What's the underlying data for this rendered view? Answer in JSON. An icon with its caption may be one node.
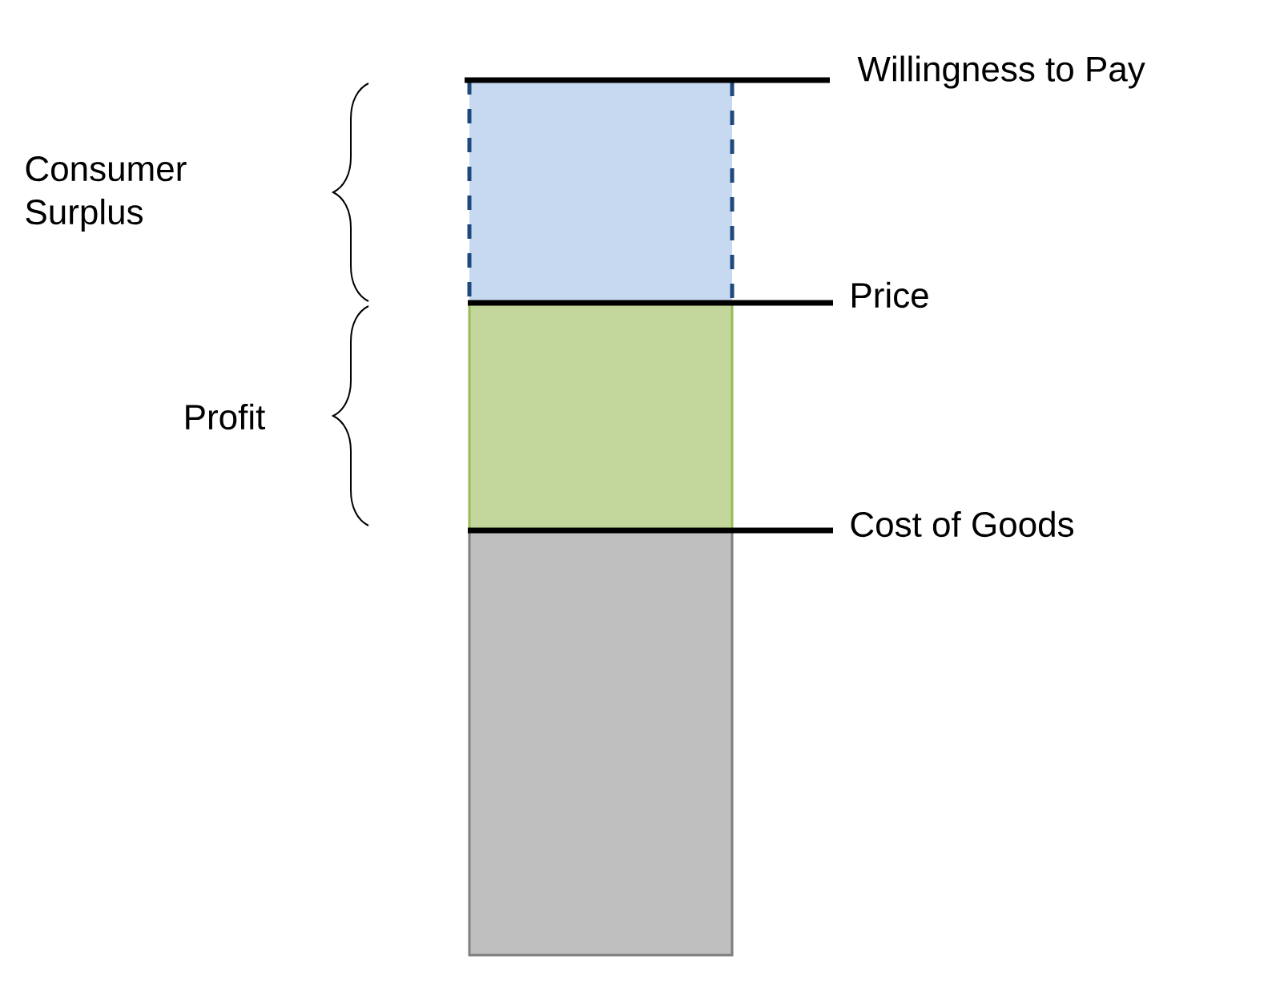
{
  "diagram": {
    "labels": [
      "Willingness to Pay",
      "Consumer Surplus",
      "Price",
      "Profit",
      "Cost of Goods"
    ]
  }
}
